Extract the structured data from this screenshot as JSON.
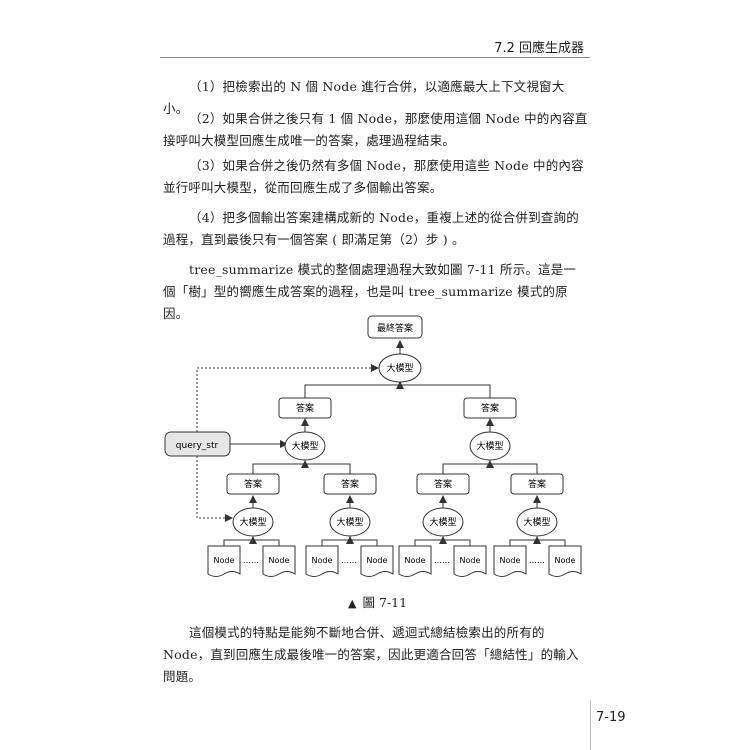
{
  "header": {
    "title": "7.2 回應生成器"
  },
  "paragraphs": {
    "p1": "（1）把檢索出的 N 個 Node 進行合併，以適應最大上下文視窗大小。",
    "p2": "（2）如果合併之後只有 1 個 Node，那麼使用這個 Node 中的內容直接呼叫大模型回應生成唯一的答案，處理過程結束。",
    "p3": "（3）如果合併之後仍然有多個 Node，那麼使用這些 Node 中的內容並行呼叫大模型，從而回應生成了多個輸出答案。",
    "p4": "（4）把多個輸出答案建構成新的 Node，重複上述的從合併到查詢的過程，直到最後只有一個答案 ( 即滿足第（2）步 ) 。",
    "p5": "tree_summarize 模式的整個處理過程大致如圖 7-11 所示。這是一個「樹」型的嚮應生成答案的過程，也是叫 tree_summarize 模式的原因。",
    "p6": "這個模式的特點是能夠不斷地合併、遞迴式總結檢索出的所有的 Node，直到回應生成最後唯一的答案，因此更適合回答「總結性」的輸入問題。"
  },
  "diagram": {
    "final_answer": "最終答案",
    "model": "大模型",
    "answer": "答案",
    "query": "query_str",
    "node": "Node",
    "ellipsis": "……"
  },
  "caption": {
    "marker": "▲",
    "text": "圖 7-11"
  },
  "page_number": "7-19"
}
